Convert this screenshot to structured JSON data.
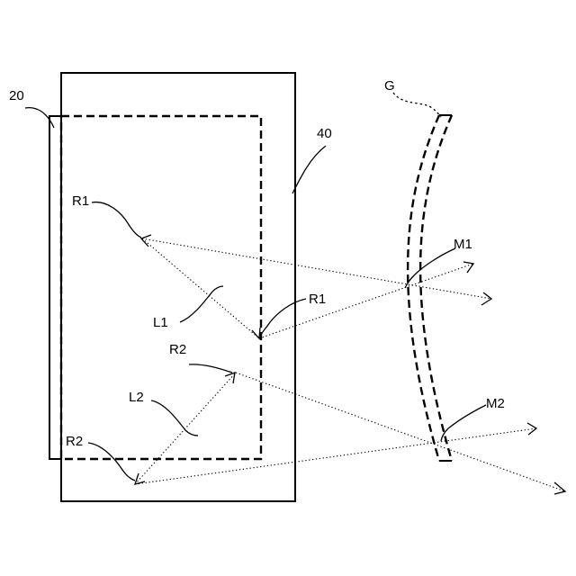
{
  "labels": {
    "l20": "20",
    "l40": "40",
    "lG": "G",
    "lR1a": "R1",
    "lR1b": "R1",
    "lL1": "L1",
    "lR2a": "R2",
    "lL2": "L2",
    "lR2b": "R2",
    "lM1": "M1",
    "lM2": "M2"
  }
}
